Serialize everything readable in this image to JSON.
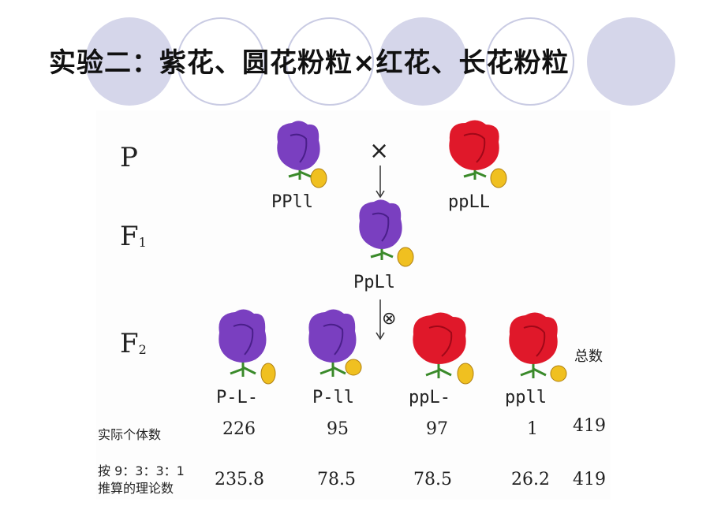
{
  "title": "实验二：紫花、圆花粉粒×红花、长花粉粒",
  "generations": {
    "p": "P",
    "f1_base": "F",
    "f1_sub": "1",
    "f2_base": "F",
    "f2_sub": "2"
  },
  "symbols": {
    "cross": "×",
    "self": "⊗"
  },
  "parents": {
    "left_genotype": "PPll",
    "right_genotype": "ppLL",
    "f1_genotype": "PpLl"
  },
  "f2": {
    "total_header": "总数",
    "phenotypes": [
      "P-L-",
      "P-ll",
      "ppL-",
      "ppll"
    ],
    "observed_label": "实际个体数",
    "observed": [
      "226",
      "95",
      "97",
      "1"
    ],
    "observed_total": "419",
    "expected_label_1": "按 9：3：3：1",
    "expected_label_2": "推算的理论数",
    "expected": [
      "235.8",
      "78.5",
      "78.5",
      "26.2"
    ],
    "expected_total": "419"
  },
  "colors": {
    "purple_flower": "#7a3fc0",
    "red_flower": "#e0182a",
    "pollen": "#f0c020",
    "leaf": "#3a8a2a",
    "circle": "#d5d6ea"
  }
}
